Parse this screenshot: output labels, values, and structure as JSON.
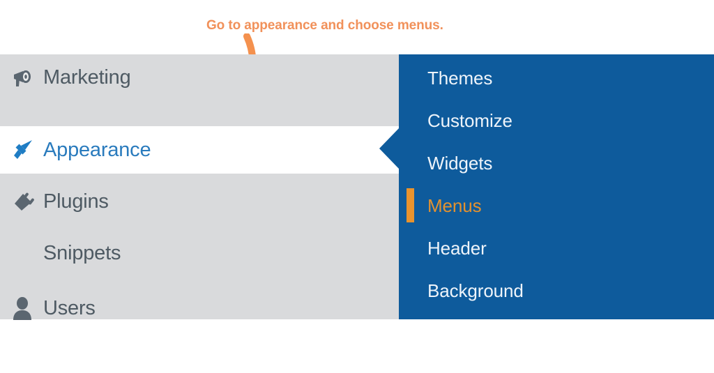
{
  "annotation": {
    "caption": "Go to appearance and choose menus.",
    "caption_color": "#f1915a",
    "arrows": [
      {
        "name": "arrow-to-appearance",
        "direction": "curve-down-left"
      },
      {
        "name": "arrow-to-menus",
        "direction": "curve-down-right"
      }
    ]
  },
  "colors": {
    "sidebar_bg": "#d9dadc",
    "sidebar_active_bg": "#ffffff",
    "flyout_bg": "#0e5b9c",
    "accent_orange": "#e8932e",
    "annotation_orange": "#f1915a",
    "link_blue": "#2a7bbd",
    "label_gray": "#4e5a63"
  },
  "sidebar": {
    "items": [
      {
        "label": "Marketing",
        "icon": "megaphone-icon",
        "active": false
      },
      {
        "label": "Appearance",
        "icon": "paintbrush-icon",
        "active": true
      },
      {
        "label": "Plugins",
        "icon": "plug-icon",
        "active": false
      },
      {
        "label": "Snippets",
        "icon": "none",
        "active": false
      },
      {
        "label": "Users",
        "icon": "user-icon",
        "active": false
      }
    ]
  },
  "flyout": {
    "parent": "Appearance",
    "items": [
      {
        "label": "Themes",
        "current": false
      },
      {
        "label": "Customize",
        "current": false
      },
      {
        "label": "Widgets",
        "current": false
      },
      {
        "label": "Menus",
        "current": true
      },
      {
        "label": "Header",
        "current": false
      },
      {
        "label": "Background",
        "current": false
      }
    ]
  }
}
